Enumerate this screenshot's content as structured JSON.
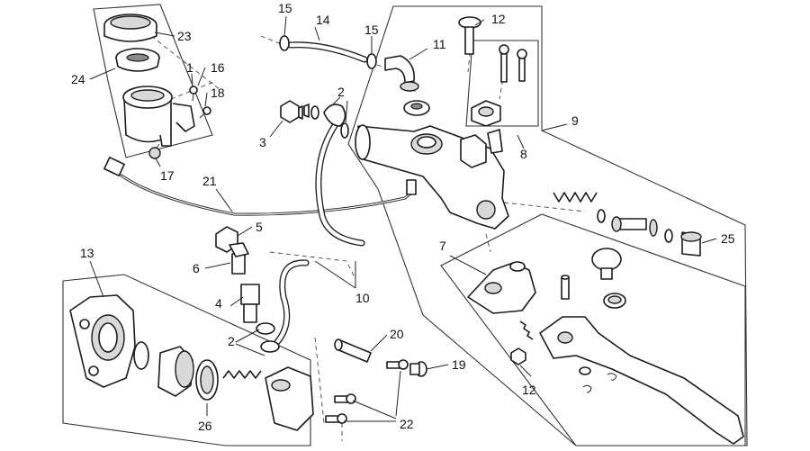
{
  "callouts": [
    {
      "id": "c1",
      "label": "1"
    },
    {
      "id": "c2a",
      "label": "2"
    },
    {
      "id": "c2b",
      "label": "2"
    },
    {
      "id": "c3",
      "label": "3"
    },
    {
      "id": "c4",
      "label": "4"
    },
    {
      "id": "c5",
      "label": "5"
    },
    {
      "id": "c6",
      "label": "6"
    },
    {
      "id": "c7",
      "label": "7"
    },
    {
      "id": "c8",
      "label": "8"
    },
    {
      "id": "c9",
      "label": "9"
    },
    {
      "id": "c10",
      "label": "10"
    },
    {
      "id": "c11",
      "label": "11"
    },
    {
      "id": "c12a",
      "label": "12"
    },
    {
      "id": "c12b",
      "label": "12"
    },
    {
      "id": "c13",
      "label": "13"
    },
    {
      "id": "c14",
      "label": "14"
    },
    {
      "id": "c15a",
      "label": "15"
    },
    {
      "id": "c15b",
      "label": "15"
    },
    {
      "id": "c16",
      "label": "16"
    },
    {
      "id": "c17",
      "label": "17"
    },
    {
      "id": "c18",
      "label": "18"
    },
    {
      "id": "c19",
      "label": "19"
    },
    {
      "id": "c20",
      "label": "20"
    },
    {
      "id": "c21",
      "label": "21"
    },
    {
      "id": "c22",
      "label": "22"
    },
    {
      "id": "c23",
      "label": "23"
    },
    {
      "id": "c24",
      "label": "24"
    },
    {
      "id": "c25",
      "label": "25"
    },
    {
      "id": "c26",
      "label": "26"
    }
  ]
}
